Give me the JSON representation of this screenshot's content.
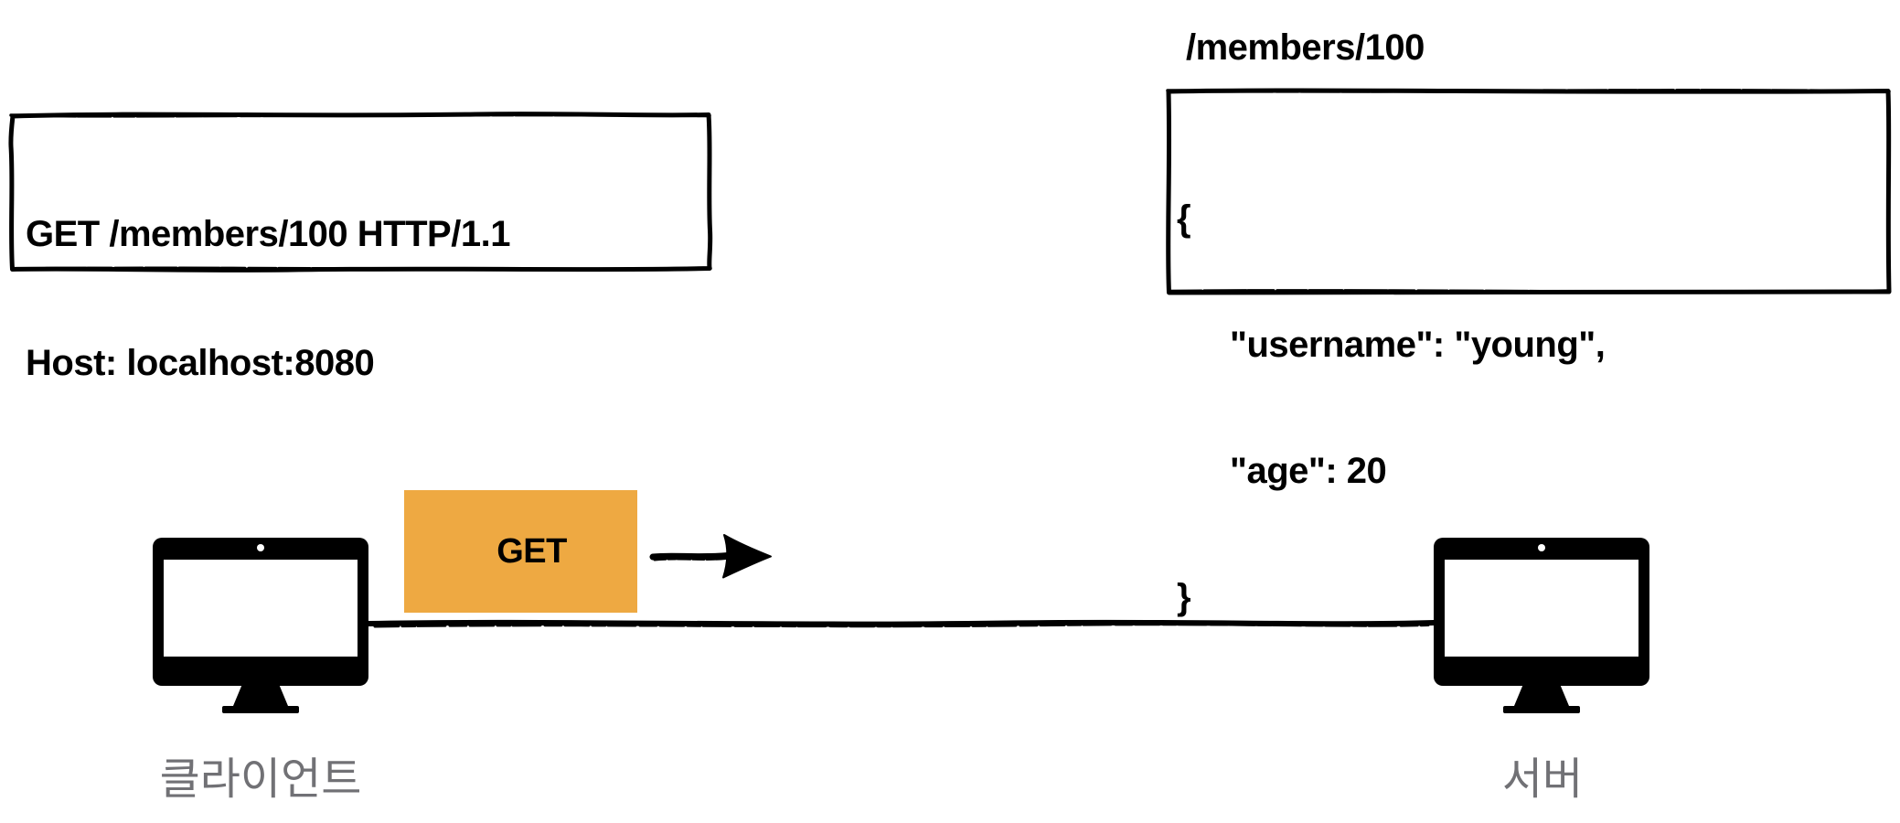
{
  "diagram": {
    "request_box": {
      "line1": "GET /members/100 HTTP/1.1",
      "line2": "Host: localhost:8080"
    },
    "response_box": {
      "title": "/members/100",
      "brace_open": "{",
      "body_line1": "\"username\": \"young\",",
      "body_line2": "\"age\": 20",
      "brace_close": "}"
    },
    "method_box": {
      "label": "GET"
    },
    "client": {
      "label": "클라이언트"
    },
    "server": {
      "label": "서버"
    },
    "colors": {
      "ink": "#000000",
      "method_fill": "#EEA942",
      "node_label_gray": "#717175"
    }
  }
}
